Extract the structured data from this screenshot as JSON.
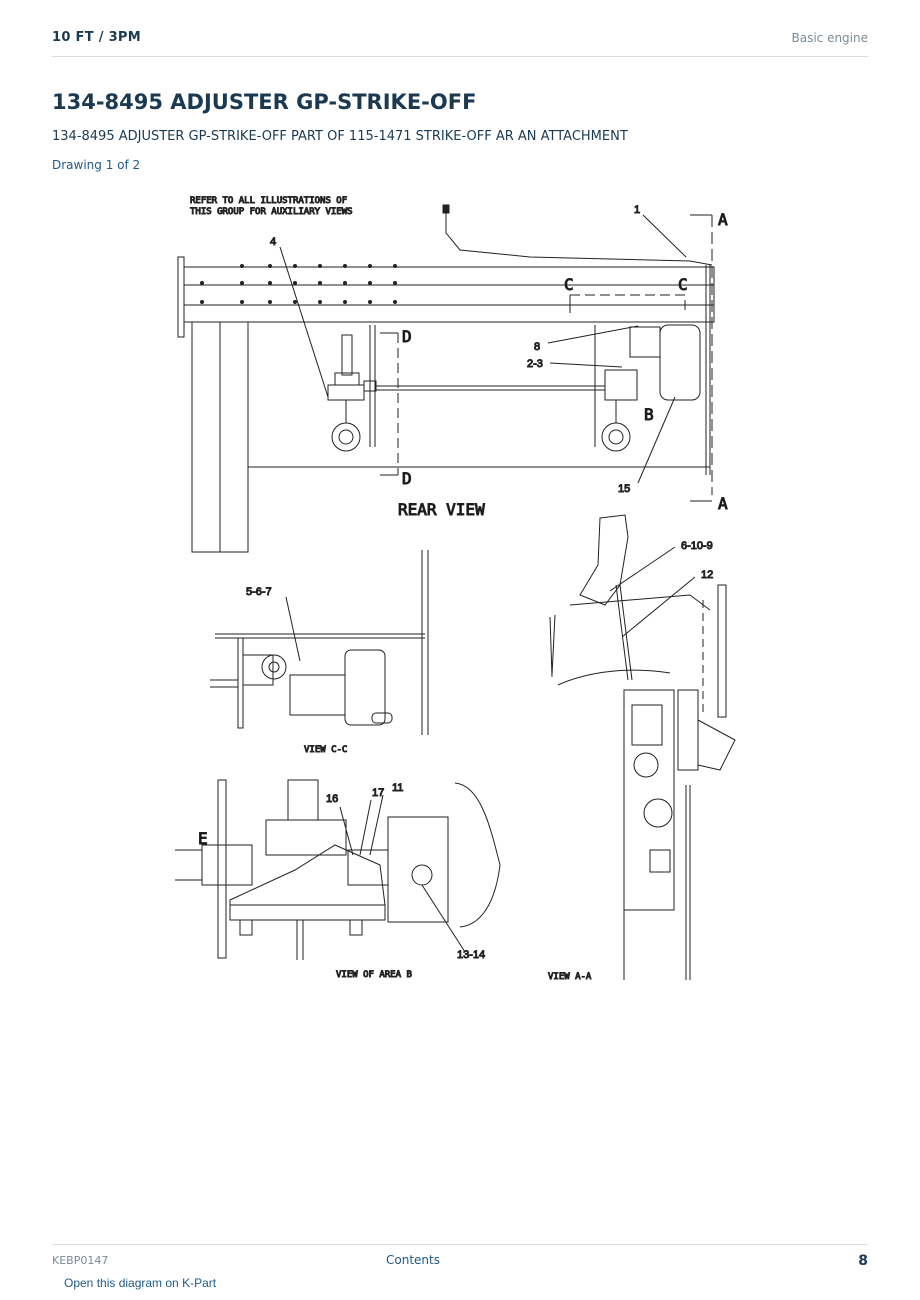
{
  "header": {
    "left": "10 FT  /  3PM",
    "right": "Basic engine"
  },
  "title": "134-8495 ADJUSTER GP-STRIKE-OFF",
  "subtitle": "134-8495 ADJUSTER GP-STRIKE-OFF PART OF 115-1471 STRIKE-OFF AR AN ATTACHMENT",
  "drawing_label": "Drawing 1 of 2",
  "diagram": {
    "note_line1": "REFER TO ALL ILLUSTRATIONS OF",
    "note_line2": "THIS GROUP FOR AUXILIARY VIEWS",
    "callouts": {
      "c1": "1",
      "c4": "4",
      "c8": "8",
      "c23": "2-3",
      "c15": "15",
      "c567": "5-6-7",
      "c6109": "6-10-9",
      "c12": "12",
      "c16": "16",
      "c17": "17",
      "c11": "11",
      "c1314": "13-14"
    },
    "section_marks": {
      "A": "A",
      "B": "B",
      "C": "C",
      "D": "D",
      "E": "E"
    },
    "captions": {
      "rear_view": "REAR VIEW",
      "view_cc": "VIEW C-C",
      "view_area_b": "VIEW OF AREA B",
      "view_aa": "VIEW A-A"
    }
  },
  "footer": {
    "code": "KEBP0147",
    "contents": "Contents",
    "page": "8"
  },
  "open_link": "Open this diagram on K-Part"
}
